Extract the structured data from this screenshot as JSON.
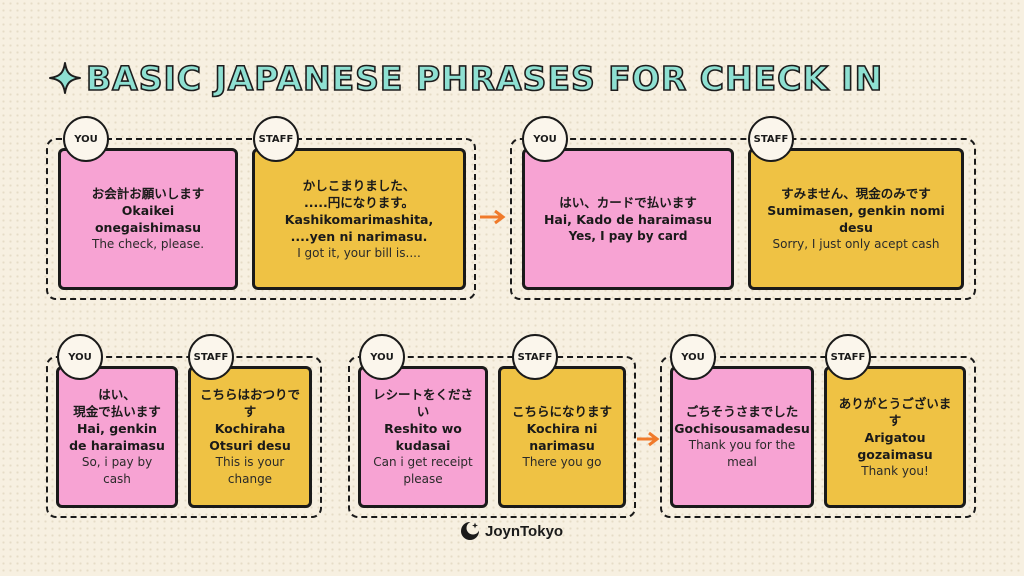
{
  "title": "Basic Japanese Phrases for Check In",
  "logo": "JoynTokyo",
  "labels": {
    "you": "YOU",
    "staff": "STAFF"
  },
  "row1": {
    "pair1": {
      "you": {
        "jp": "お会計お願いします",
        "ro": "Okaikei onegaishimasu",
        "en": "The check, please."
      },
      "staff": {
        "jp1": "かしこまりました、",
        "jp2": ".....円になります。",
        "ro": "Kashikomarimashita, ....yen ni narimasu.",
        "en": "I got it, your bill is...."
      }
    },
    "pair2": {
      "you": {
        "jp": "はい、カードで払います",
        "ro": "Hai, Kado de haraimasu",
        "en": "Yes, I pay by card"
      },
      "staff": {
        "jp": "すみません、現金のみです",
        "ro": "Sumimasen, genkin nomi desu",
        "en": "Sorry, I just only acept cash"
      }
    }
  },
  "row2": {
    "pair1": {
      "you": {
        "jp1": "はい、",
        "jp2": "現金で払います",
        "ro": "Hai, genkin de haraimasu",
        "en": "So, i pay by cash"
      },
      "staff": {
        "jp": "こちらはおつりです",
        "ro": "Kochiraha Otsuri desu",
        "en": "This is your change"
      }
    },
    "pair2": {
      "you": {
        "jp": "レシートをください",
        "ro": "Reshito wo kudasai",
        "en": "Can i get receipt please"
      },
      "staff": {
        "jp": "こちらになります",
        "ro": "Kochira ni narimasu",
        "en": "There you go"
      }
    },
    "pair3": {
      "you": {
        "jp": "ごちそうさまでした",
        "ro": "Gochisousamadesu",
        "en": "Thank you for the meal"
      },
      "staff": {
        "jp": "ありがとうございます",
        "ro": "Arigatou gozaimasu",
        "en": "Thank you!"
      }
    }
  },
  "colors": {
    "pink": "#f7a3d3",
    "yellow": "#efc244",
    "title": "#8ee0d2",
    "arrow": "#f07a2a"
  }
}
